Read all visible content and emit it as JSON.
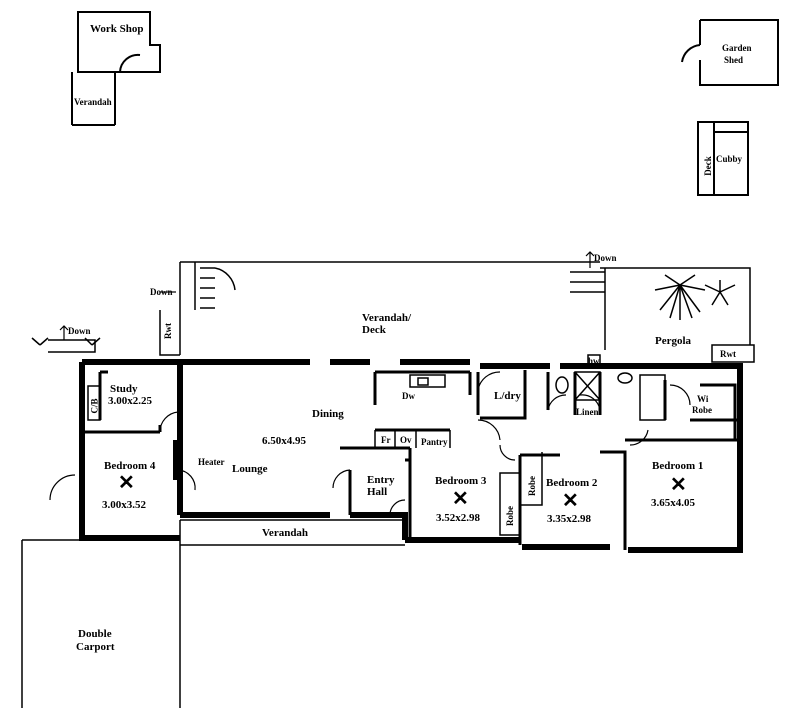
{
  "outbuildings": {
    "workshop": "Work Shop",
    "workshop_verandah": "Verandah",
    "garden_shed_1": "Garden",
    "garden_shed_2": "Shed",
    "deck": "Deck",
    "cubby": "Cubby"
  },
  "outdoor": {
    "down_left": "Down",
    "down_far_left": "Down",
    "down_right": "Down",
    "rwt_left": "Rwt",
    "rwt_right": "Rwt",
    "verandah_deck_1": "Verandah/",
    "verandah_deck_2": "Deck",
    "pergola": "Pergola",
    "front_verandah": "Verandah",
    "carport_1": "Double",
    "carport_2": "Carport"
  },
  "rooms": {
    "study": {
      "name": "Study",
      "size": "3.00x2.25"
    },
    "bedroom4": {
      "name": "Bedroom 4",
      "size": "3.00x3.52"
    },
    "dining": {
      "name": "Dining"
    },
    "lounge": {
      "name": "Lounge",
      "size": "6.50x4.95"
    },
    "entry": {
      "name_1": "Entry",
      "name_2": "Hall"
    },
    "bedroom3": {
      "name": "Bedroom 3",
      "size": "3.52x2.98"
    },
    "bedroom2": {
      "name": "Bedroom 2",
      "size": "3.35x2.98"
    },
    "bedroom1": {
      "name": "Bedroom 1",
      "size": "3.65x4.05"
    },
    "laundry": {
      "name": "L/dry"
    }
  },
  "fixtures": {
    "dw": "Dw",
    "fr": "Fr",
    "ov": "Ov",
    "pantry": "Pantry",
    "hw": "hw",
    "linen": "Linen",
    "wi_robe_1": "Wi",
    "wi_robe_2": "Robe",
    "robe_1": "Robe",
    "robe_2": "Robe",
    "cb": "C/B",
    "heater": "Heater"
  }
}
